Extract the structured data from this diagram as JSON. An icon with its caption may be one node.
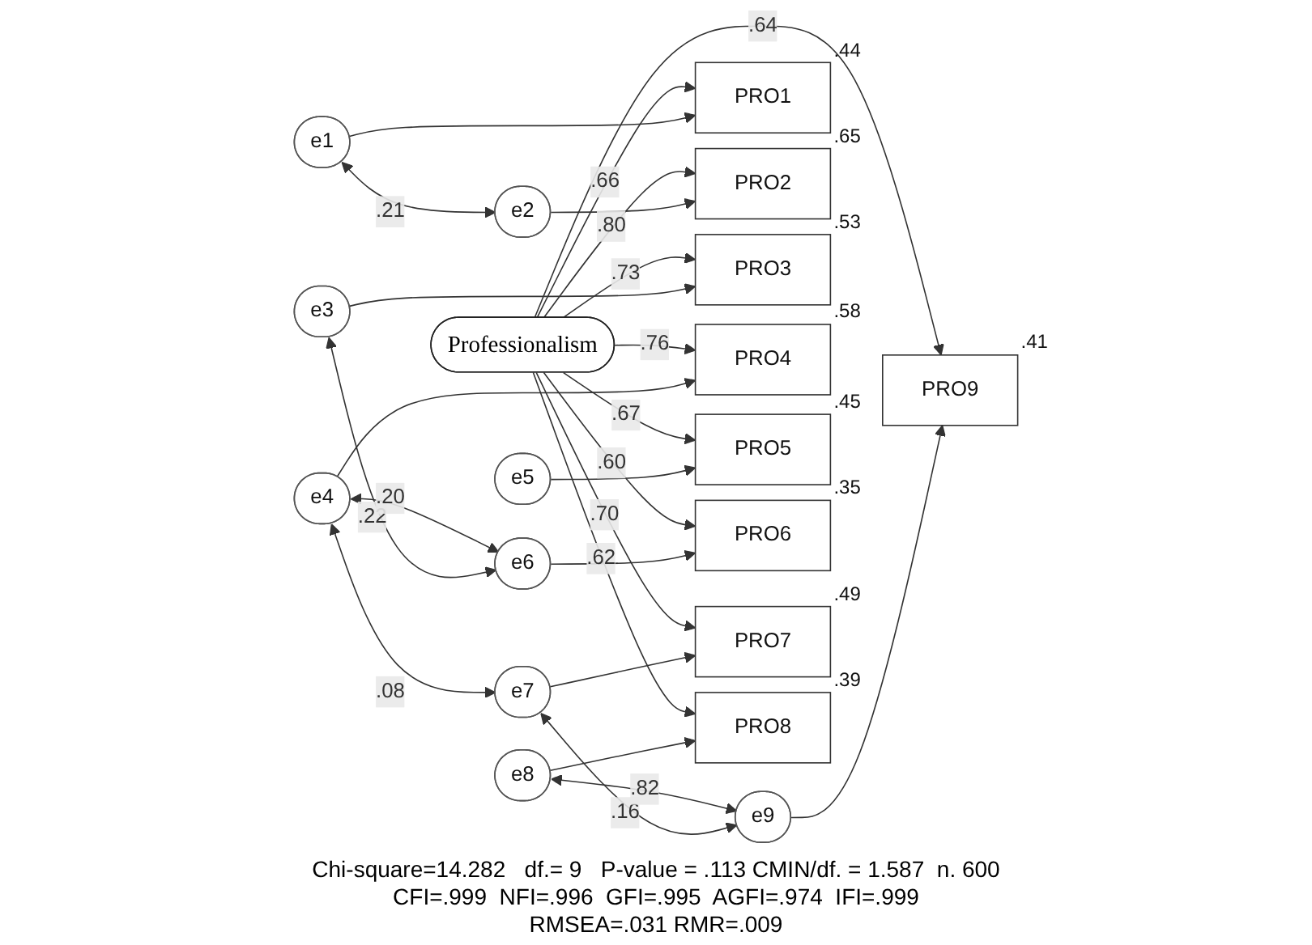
{
  "diagram": {
    "nodes": [
      {
        "text": [
          "e1"
        ]
      },
      {
        "text": [
          "e2"
        ]
      },
      {
        "text": [
          "e3"
        ]
      },
      {
        "text": [
          "e4"
        ]
      },
      {
        "text": [
          "e5"
        ]
      },
      {
        "text": [
          "e6"
        ]
      },
      {
        "text": [
          "e7"
        ]
      },
      {
        "text": [
          "e8"
        ]
      },
      {
        "text": [
          "e9"
        ]
      },
      {
        "text": [
          "PRO1"
        ],
        "beside": [
          ".44"
        ]
      },
      {
        "text": [
          "PRO2"
        ],
        "beside": [
          ".65"
        ]
      },
      {
        "text": [
          "PRO3"
        ],
        "beside": [
          ".53"
        ]
      },
      {
        "text": [
          "PRO4"
        ],
        "beside": [
          ".58"
        ]
      },
      {
        "text": [
          "PRO5"
        ],
        "beside": [
          ".45"
        ]
      },
      {
        "text": [
          "PRO6"
        ],
        "beside": [
          ".35"
        ]
      },
      {
        "text": [
          "PRO7"
        ],
        "beside": [
          ".49"
        ]
      },
      {
        "text": [
          "PRO8"
        ],
        "beside": [
          ".39"
        ]
      },
      {
        "text": [
          "PRO9"
        ],
        "beside": [
          ".41"
        ]
      },
      {
        "text": [
          "Professionalism"
        ]
      }
    ],
    "edges": [
      {
        "from": 0,
        "to": 9,
        "arrow": "to"
      },
      {
        "from": 1,
        "to": 10,
        "arrow": "to"
      },
      {
        "from": 2,
        "to": 11,
        "arrow": "to"
      },
      {
        "from": 3,
        "to": 12,
        "arrow": "to"
      },
      {
        "from": 4,
        "to": 13,
        "arrow": "to"
      },
      {
        "from": 5,
        "to": 14,
        "arrow": "to"
      },
      {
        "from": 6,
        "to": 15,
        "arrow": "to"
      },
      {
        "from": 7,
        "to": 16,
        "arrow": "to"
      },
      {
        "from": 8,
        "to": 17,
        "arrow": "to"
      },
      {
        "from": 18,
        "to": 9,
        "arrow": "to",
        "label": ".66"
      },
      {
        "from": 18,
        "to": 10,
        "arrow": "to",
        "label": ".80"
      },
      {
        "from": 18,
        "to": 11,
        "arrow": "to",
        "label": ".73"
      },
      {
        "from": 18,
        "to": 12,
        "arrow": "to",
        "label": ".76"
      },
      {
        "from": 18,
        "to": 13,
        "arrow": "to",
        "label": ".67"
      },
      {
        "from": 18,
        "to": 14,
        "arrow": "to",
        "label": ".60"
      },
      {
        "from": 18,
        "to": 15,
        "arrow": "to",
        "label": ".70"
      },
      {
        "from": 18,
        "to": 16,
        "arrow": "to",
        "label": ".62"
      },
      {
        "from": 18,
        "to": 17,
        "arrow": "to",
        "label": ".64"
      },
      {
        "from": 0,
        "to": 1,
        "arrow": "both",
        "label": ".21"
      },
      {
        "from": 2,
        "to": 5,
        "arrow": "both",
        "label": ".22"
      },
      {
        "from": 3,
        "to": 5,
        "arrow": "both",
        "label": ".20"
      },
      {
        "from": 3,
        "to": 6,
        "arrow": "both",
        "label": ".08"
      },
      {
        "from": 6,
        "to": 8,
        "arrow": "both",
        "label": ".16"
      },
      {
        "from": 7,
        "to": 8,
        "arrow": "both",
        "label": ".82"
      }
    ],
    "labels": [
      "Chi-square=14.282   df.= 9   P-value = .113 CMIN/df. = 1.587  n. 600",
      "CFI=.999  NFI=.996  GFI=.995  AGFI=.974  IFI=.999",
      "RMSEA=.031 RMR=.009"
    ]
  }
}
